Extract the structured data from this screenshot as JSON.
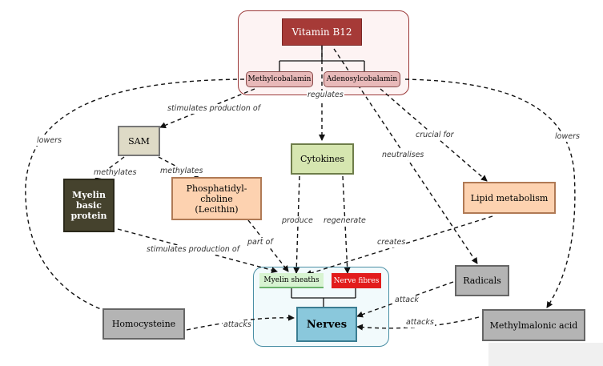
{
  "nodes": {
    "vitamin_b12": "Vitamin B12",
    "methylcobalamin": "Methylcobalamin",
    "adenosylcobalamin": "Adenosylcobalamin",
    "sam": "SAM",
    "myelin_basic_protein": "Myelin basic protein",
    "phosphatidylcholine": "Phosphatidyl-choline (Lecithin)",
    "cytokines": "Cytokines",
    "lipid_metabolism": "Lipid metabolism",
    "myelin_sheaths": "Myelin sheaths",
    "nerve_fibres": "Nerve fibres",
    "nerves": "Nerves",
    "radicals": "Radicals",
    "homocysteine": "Homocysteine",
    "methylmalonic_acid": "Methylmalonic acid"
  },
  "edge_labels": {
    "regulates": "regulates",
    "stimulates_production_of_1": "stimulates production of",
    "crucial_for": "crucial for",
    "lowers_left": "lowers",
    "lowers_right": "lowers",
    "neutralises": "neutralises",
    "methylates_1": "methylates",
    "methylates_2": "methylates",
    "produce": "produce",
    "regenerate": "regenerate",
    "part_of": "part of",
    "creates": "creates",
    "stimulates_production_of_2": "stimulates production of",
    "attack": "attack",
    "attacks_left": "attacks",
    "attacks_right": "attacks"
  },
  "colors": {
    "vitamin_fill": "#a63a37",
    "cobalamin_fill": "#e8b9b9",
    "group_border": "#9c3a3a",
    "group_fill": "#fdf3f3",
    "sam_fill": "#dedac6",
    "myelin_protein_fill": "#45422d",
    "phospho_fill": "#fdd2b0",
    "cytokines_fill": "#d6e6b0",
    "lipid_fill": "#fdd2b0",
    "nerves_fill": "#8ac8dc",
    "nerve_group_border": "#4a8fa5",
    "nerve_group_fill": "#f2fafc",
    "myelin_sheaths_fill": "#d7f3d1",
    "nerve_fibres_fill": "#e21c1c",
    "grey_fill": "#b4b4b4"
  }
}
